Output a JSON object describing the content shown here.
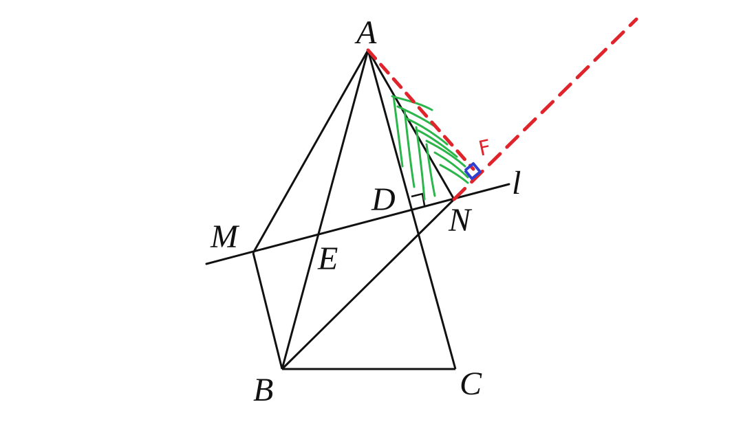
{
  "figure": {
    "points": {
      "A": "A",
      "B": "B",
      "C": "C",
      "D": "D",
      "E": "E",
      "M": "M",
      "N": "N"
    },
    "line_label": "l",
    "annotation_label": "F"
  },
  "colors": {
    "ink": "#111111",
    "dashed": "#e0242c",
    "hatch": "#2bb54a",
    "right_angle_mark": "#2f3fd0"
  }
}
